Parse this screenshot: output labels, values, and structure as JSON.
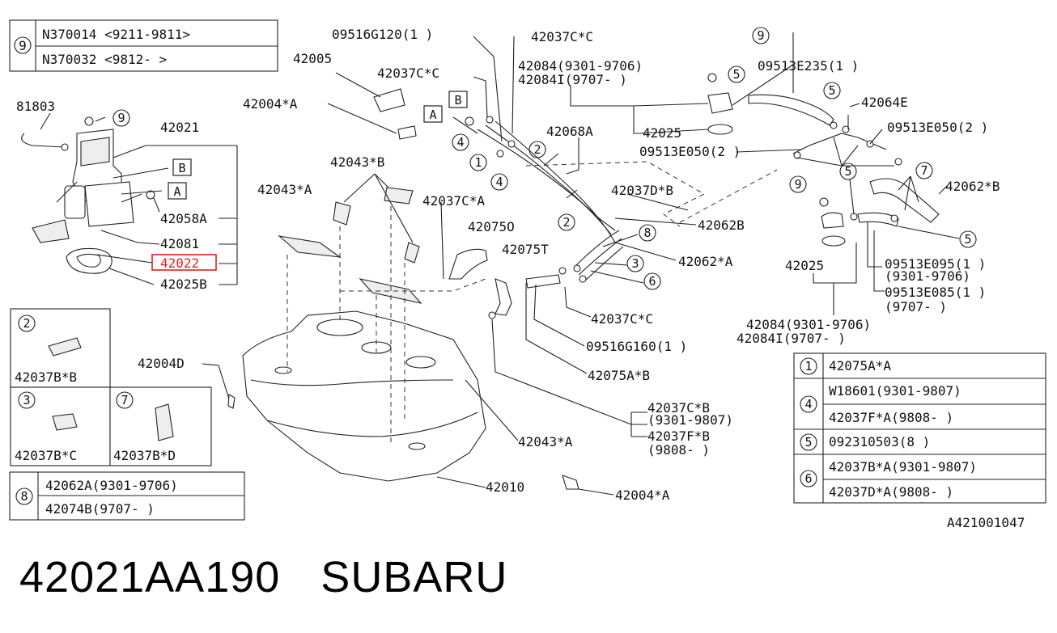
{
  "diagram_code": "A421001047",
  "footer": {
    "part_number": "42021AA190",
    "brand": "SUBARU"
  },
  "accent_color": "#e02020",
  "highlighted_part": "42022",
  "table9": {
    "num": "9",
    "rows": [
      "N370014 <9211-9811>",
      "N370032 <9812-      >"
    ]
  },
  "inset2": {
    "num": "2",
    "label": "42037B*B"
  },
  "inset3": {
    "num": "3",
    "label": "42037B*C"
  },
  "inset7": {
    "num": "7",
    "label": "42037B*D"
  },
  "table8": {
    "num": "8",
    "rows": [
      "42062A(9301-9706)",
      "42074B(9707-     )"
    ]
  },
  "legend": {
    "r1": {
      "num": "1",
      "text": "42075A*A"
    },
    "r4": {
      "num": "4",
      "a": "W18601(9301-9807)",
      "b": "42037F*A(9808-     )"
    },
    "r5": {
      "num": "5",
      "text": "092310503(8 )"
    },
    "r6": {
      "num": "6",
      "a": "42037B*A(9301-9807)",
      "b": "42037D*A(9808-     )"
    }
  },
  "labels": {
    "l81803": "81803",
    "l42021": "42021",
    "l42058A": "42058A",
    "l42081": "42081",
    "l42022": "42022",
    "l42025B": "42025B",
    "l42005": "42005",
    "l42004A": "42004*A",
    "l09516G120": "09516G120(1 )",
    "l42037CC": "42037C*C",
    "l42037CC2": "42037C*C",
    "l42084a": "42084(9301-9706)",
    "l42084Ia": "42084I(9707-     )",
    "l42025a": "42025",
    "l09513E235": "09513E235(1 )",
    "l42064E": "42064E",
    "l09513E050a": "09513E050(2 )",
    "l09513E050b": "09513E050(2 )",
    "l42068A": "42068A",
    "l42037DB": "42037D*B",
    "l42062B": "42062B",
    "l42062B2": "42062*B",
    "l42043A": "42043*A",
    "l42043B": "42043*B",
    "l42037CA": "42037C*A",
    "l42075O": "42075O",
    "l42075T": "42075T",
    "l42062A2": "42062*A",
    "l42037CC3": "42037C*C",
    "l09516G160": "09516G160(1 )",
    "l42075AB": "42075A*B",
    "l42025b": "42025",
    "l09513E095": "09513E095(1 )",
    "l9301_9706": "(9301-9706)",
    "l09513E085": "09513E085(1 )",
    "l9707": "(9707-     )",
    "l42084b": "42084(9301-9706)",
    "l42084Ib": "42084I(9707-     )",
    "l42004D": "42004D",
    "l42037CB": "42037C*B",
    "l9301_9807": "(9301-9807)",
    "l42037FB": "42037F*B",
    "l9808": "(9808-     )",
    "l42043A2": "42043*A",
    "l42010": "42010",
    "l42004A2": "42004*A"
  },
  "callouts": {
    "c9a": "9",
    "c9b": "9",
    "c9c": "9",
    "c5a": "5",
    "c5b": "5",
    "c5c": "5",
    "c5d": "5",
    "c4a": "4",
    "c4b": "4",
    "c1": "1",
    "c2a": "2",
    "c2b": "2",
    "c3": "3",
    "c6": "6",
    "c7": "7",
    "c8": "8",
    "boxA1": "A",
    "boxB1": "B",
    "boxA2": "A",
    "boxB2": "B"
  }
}
